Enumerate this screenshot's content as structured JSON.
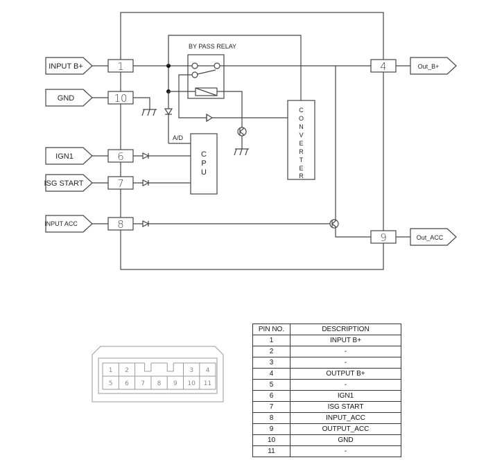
{
  "diagram": {
    "inputs": [
      {
        "label": "INPUT B+",
        "pin": "1"
      },
      {
        "label": "GND",
        "pin": "10"
      },
      {
        "label": "IGN1",
        "pin": "6"
      },
      {
        "label": "ISG START",
        "pin": "7"
      },
      {
        "label": "INPUT ACC",
        "pin": "8"
      }
    ],
    "outputs": [
      {
        "label": "Out_B+",
        "pin": "4"
      },
      {
        "label": "Out_ACC",
        "pin": "9"
      }
    ],
    "relay_label": "BY PASS RELAY",
    "ad_label": "A/D",
    "cpu_label": [
      "C",
      "P",
      "U"
    ],
    "converter_label": [
      "C",
      "O",
      "N",
      "V",
      "E",
      "R",
      "T",
      "E",
      "R"
    ]
  },
  "connector": {
    "top_row": [
      "1",
      "2",
      "",
      "",
      "",
      "3",
      "4"
    ],
    "bottom_row": [
      "5",
      "6",
      "7",
      "8",
      "9",
      "10",
      "11"
    ]
  },
  "pin_table": {
    "headers": [
      "PIN NO.",
      "DESCRIPTION"
    ],
    "rows": [
      [
        "1",
        "INPUT B+"
      ],
      [
        "2",
        "-"
      ],
      [
        "3",
        "-"
      ],
      [
        "4",
        "OUTPUT B+"
      ],
      [
        "5",
        "-"
      ],
      [
        "6",
        "IGN1"
      ],
      [
        "7",
        "ISG START"
      ],
      [
        "8",
        "INPUT_ACC"
      ],
      [
        "9",
        "OUTPUT_ACC"
      ],
      [
        "10",
        "GND"
      ],
      [
        "11",
        "-"
      ]
    ]
  }
}
